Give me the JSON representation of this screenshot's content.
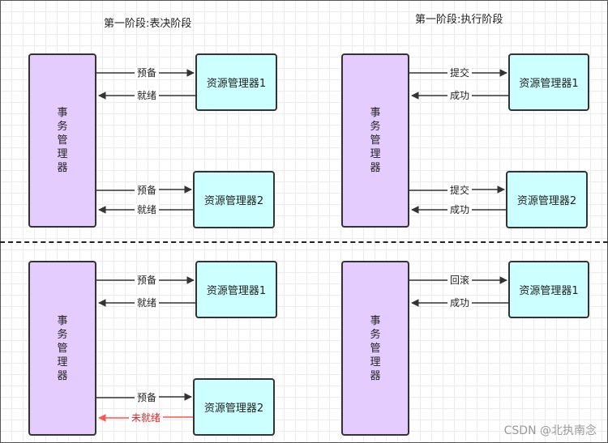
{
  "titles": {
    "prepare_phase": "第一阶段:表决阶段",
    "execute_phase": "第一阶段:执行阶段"
  },
  "nodes": {
    "transaction_manager": "事务管理器",
    "resource_manager_1": "资源管理器1",
    "resource_manager_2": "资源管理器2"
  },
  "labels": {
    "prepare": "预备",
    "ready": "就绪",
    "commit": "提交",
    "success": "成功",
    "rollback": "回滚",
    "not_ready": "未就绪"
  },
  "colors": {
    "transaction_manager_fill": "#e5ccff",
    "resource_manager_fill": "#ccffff",
    "failure_arrow": "#ff5555"
  },
  "watermark": "CSDN @北执南念"
}
